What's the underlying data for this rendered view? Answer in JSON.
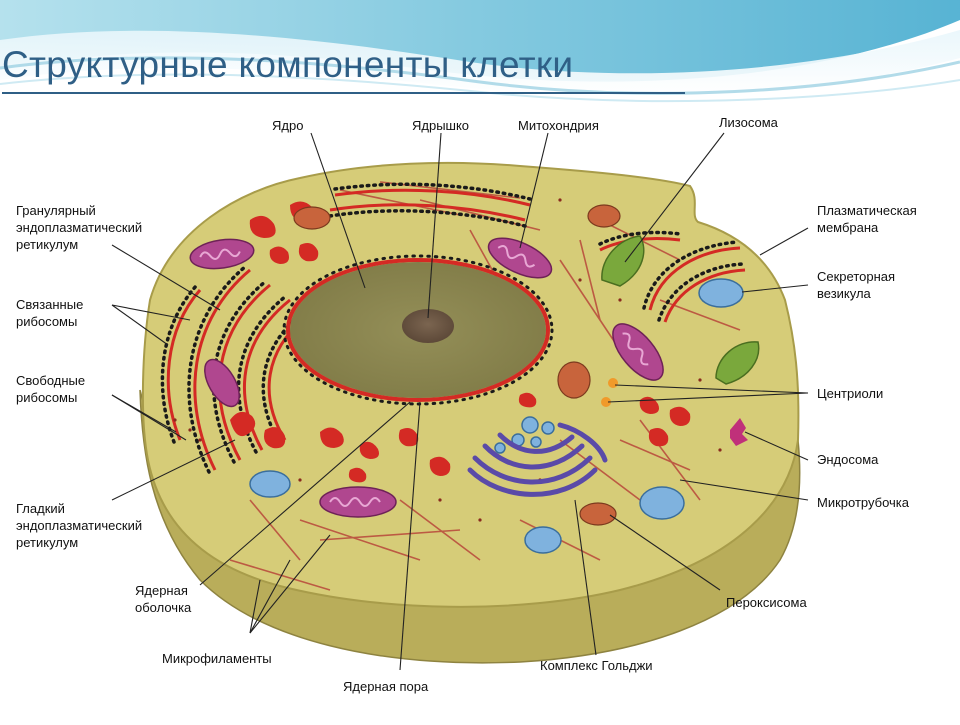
{
  "slide": {
    "title": "Структурные компоненты клетки"
  },
  "diagram": {
    "colors": {
      "cytoplasm": "#d6cc78",
      "cytoplasm_edge": "#a89c4a",
      "nucleus": "#8f8a52",
      "nucleolus": "#6e5a44",
      "er": "#d42a24",
      "ribosome": "#1a1a1a",
      "mitochondria": "#b0478f",
      "lysosome": "#7aa83c",
      "vesicle": "#7fb2de",
      "golgi": "#5a4aa8",
      "microtubule": "#b8473a",
      "peroxisome": "#c8643c",
      "centriole": "#f09a2a"
    },
    "labels": {
      "nucleus": "Ядро",
      "nucleolus": "Ядрышко",
      "mitochondrion": "Митохондрия",
      "lysosome": "Лизосома",
      "rough_er": [
        "Гранулярный",
        "эндоплазматический",
        "ретикулум"
      ],
      "bound_ribosomes": [
        "Связанные",
        "рибосомы"
      ],
      "free_ribosomes": [
        "Свободные",
        "рибосомы"
      ],
      "smooth_er": [
        "Гладкий",
        "эндоплазматический",
        "ретикулум"
      ],
      "nuclear_envelope": [
        "Ядерная",
        "оболочка"
      ],
      "microfilaments": "Микрофиламенты",
      "nuclear_pore": "Ядерная пора",
      "golgi": "Комплекс Гольджи",
      "peroxisome": "Пероксисома",
      "microtubule": "Микротрубочка",
      "endosome": "Эндосома",
      "centrioles": "Центриоли",
      "secretory_vesicle": [
        "Секреторная",
        "везикула"
      ],
      "plasma_membrane": [
        "Плазматическая",
        "мембрана"
      ]
    }
  }
}
